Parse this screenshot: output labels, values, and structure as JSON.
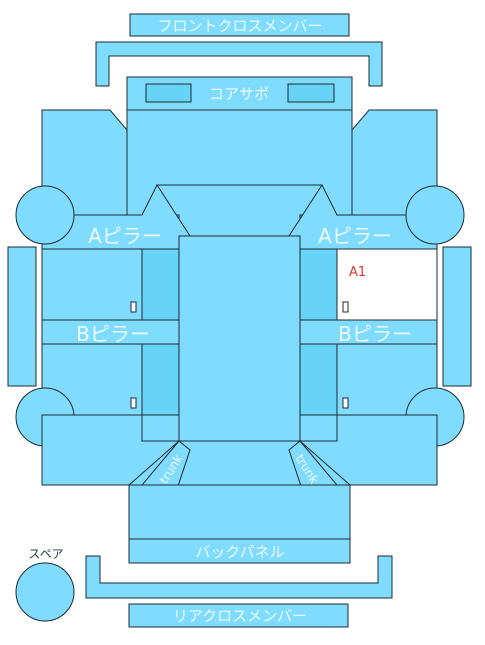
{
  "labels": {
    "front_cross_member": "フロントクロスメンバー",
    "core_support": "コアサポ",
    "a_pillar_left": "Aピラー",
    "a_pillar_right": "Aピラー",
    "b_pillar_left": "Bピラー",
    "b_pillar_right": "Bピラー",
    "back_panel": "バックパネル",
    "rear_cross_member": "リアクロスメンバー",
    "spare": "スペア",
    "marker": "A1",
    "trunk_left": "trunk",
    "trunk_right": "trunk"
  },
  "colors": {
    "panel": "#80dcff",
    "panel_dark": "#66d3f7",
    "outline": "#1c2a30",
    "marker": "#e03a2f"
  }
}
